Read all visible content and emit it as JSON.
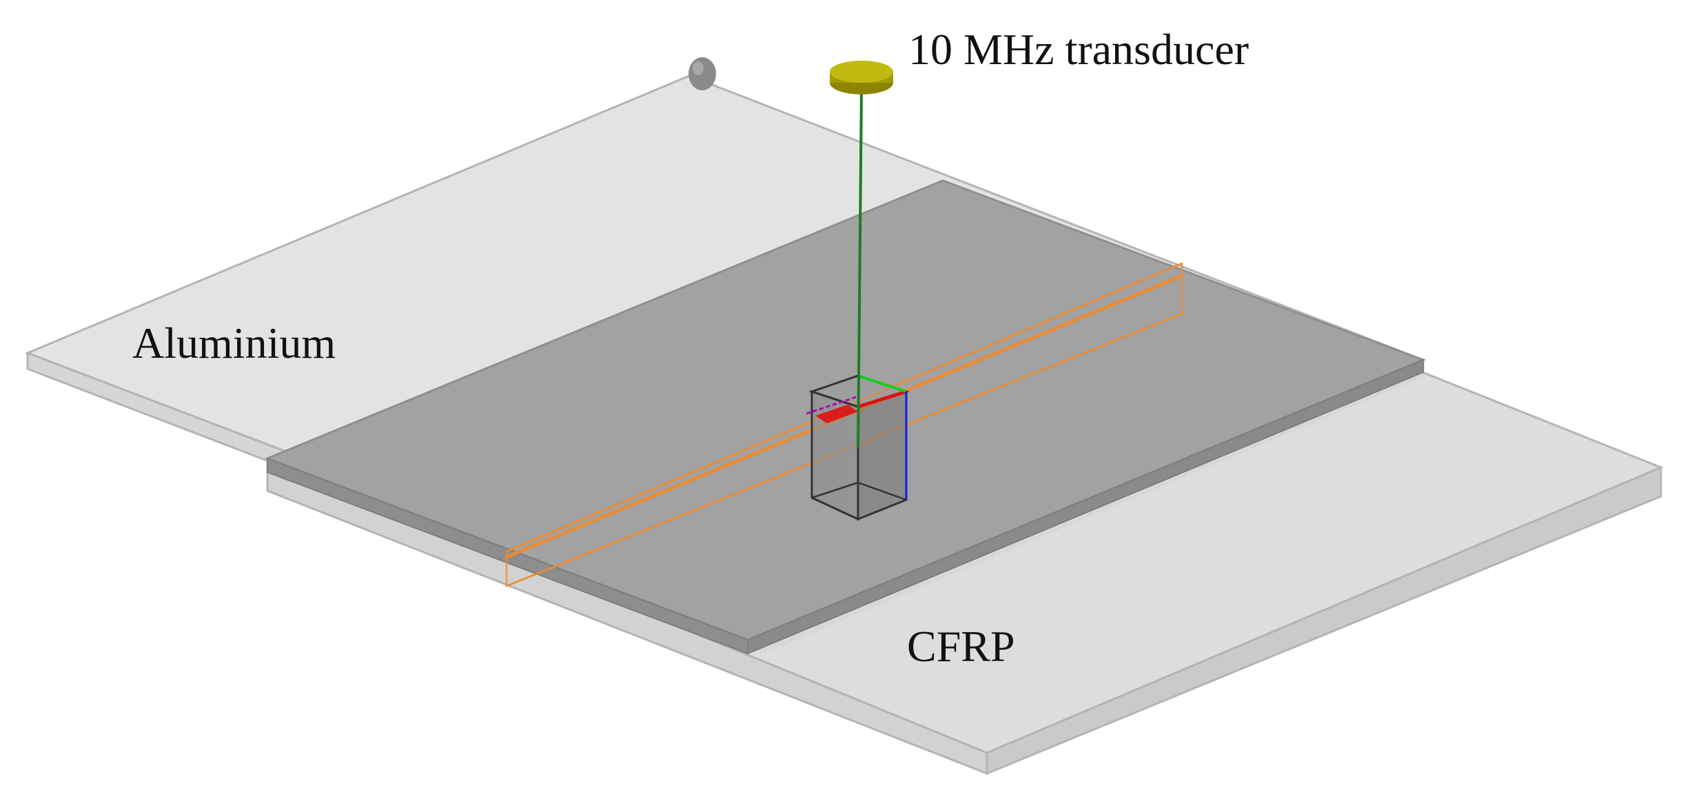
{
  "labels": {
    "transducer": "10 MHz transducer",
    "aluminium": "Aluminium",
    "cfrp": "CFRP"
  },
  "colors": {
    "background": "#ffffff",
    "aluminium_plate": "#dcdcdc",
    "cfrp_plate": "#a3a3a3",
    "plate_edge": "#b4b4b4",
    "transducer": "#b8b000",
    "beam_line": "#1f7a2a",
    "scan_band": "#f08a2c",
    "box_edge": "#333333",
    "axis_x": "#e01010",
    "axis_y": "#10d020",
    "axis_z": "#1020e0",
    "marker": "#8a8a8a"
  }
}
